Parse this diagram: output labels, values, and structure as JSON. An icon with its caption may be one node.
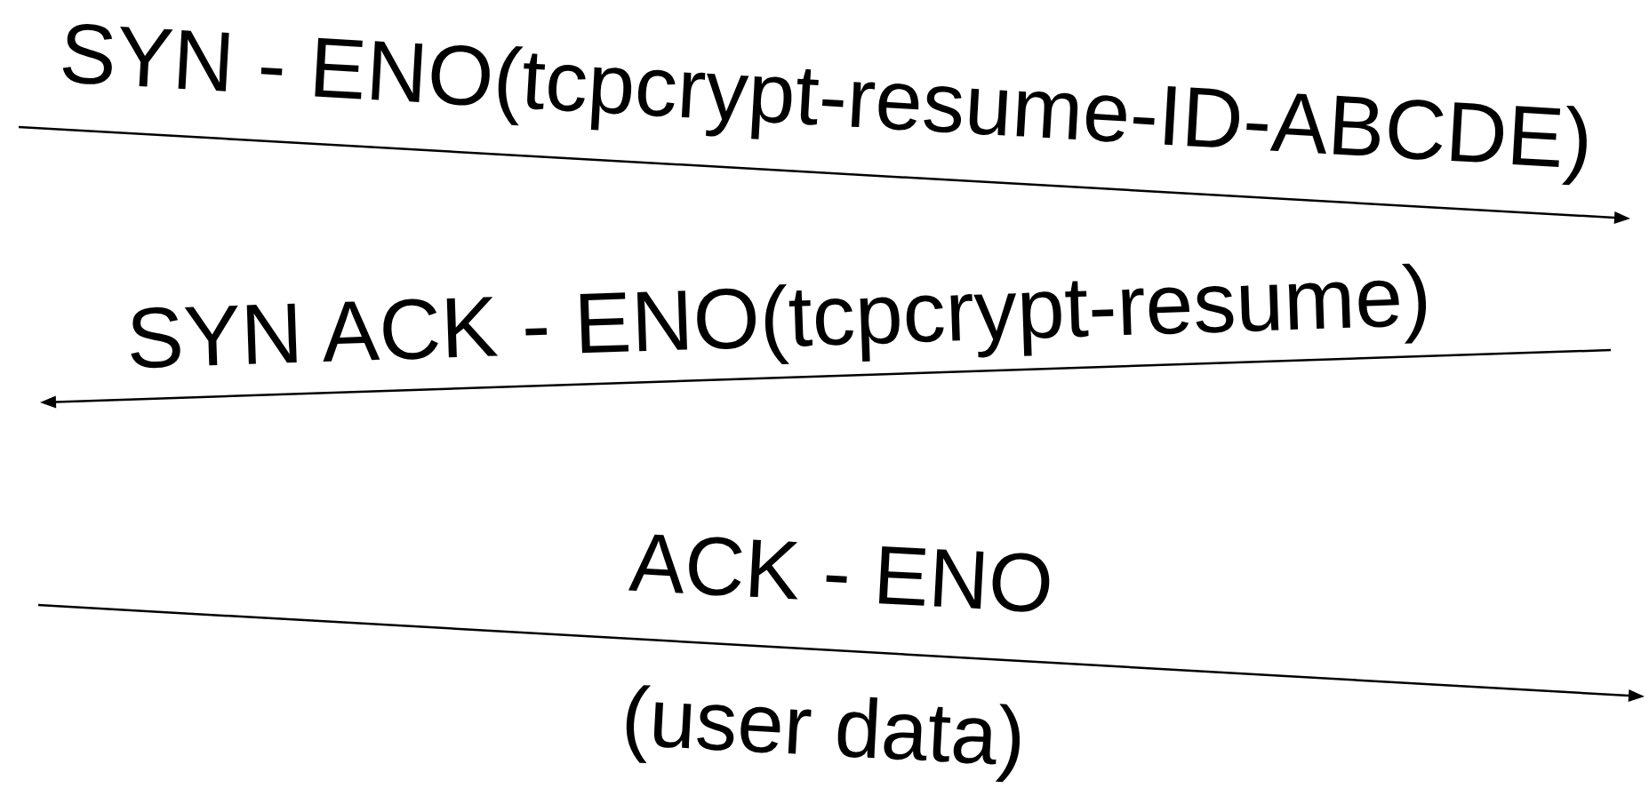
{
  "diagram": {
    "labels": [
      "SYN - ENO(tcpcrypt-resume-ID-ABCDE)",
      "SYN ACK - ENO(tcpcrypt-resume)",
      "ACK - ENO",
      "(user data)"
    ]
  }
}
